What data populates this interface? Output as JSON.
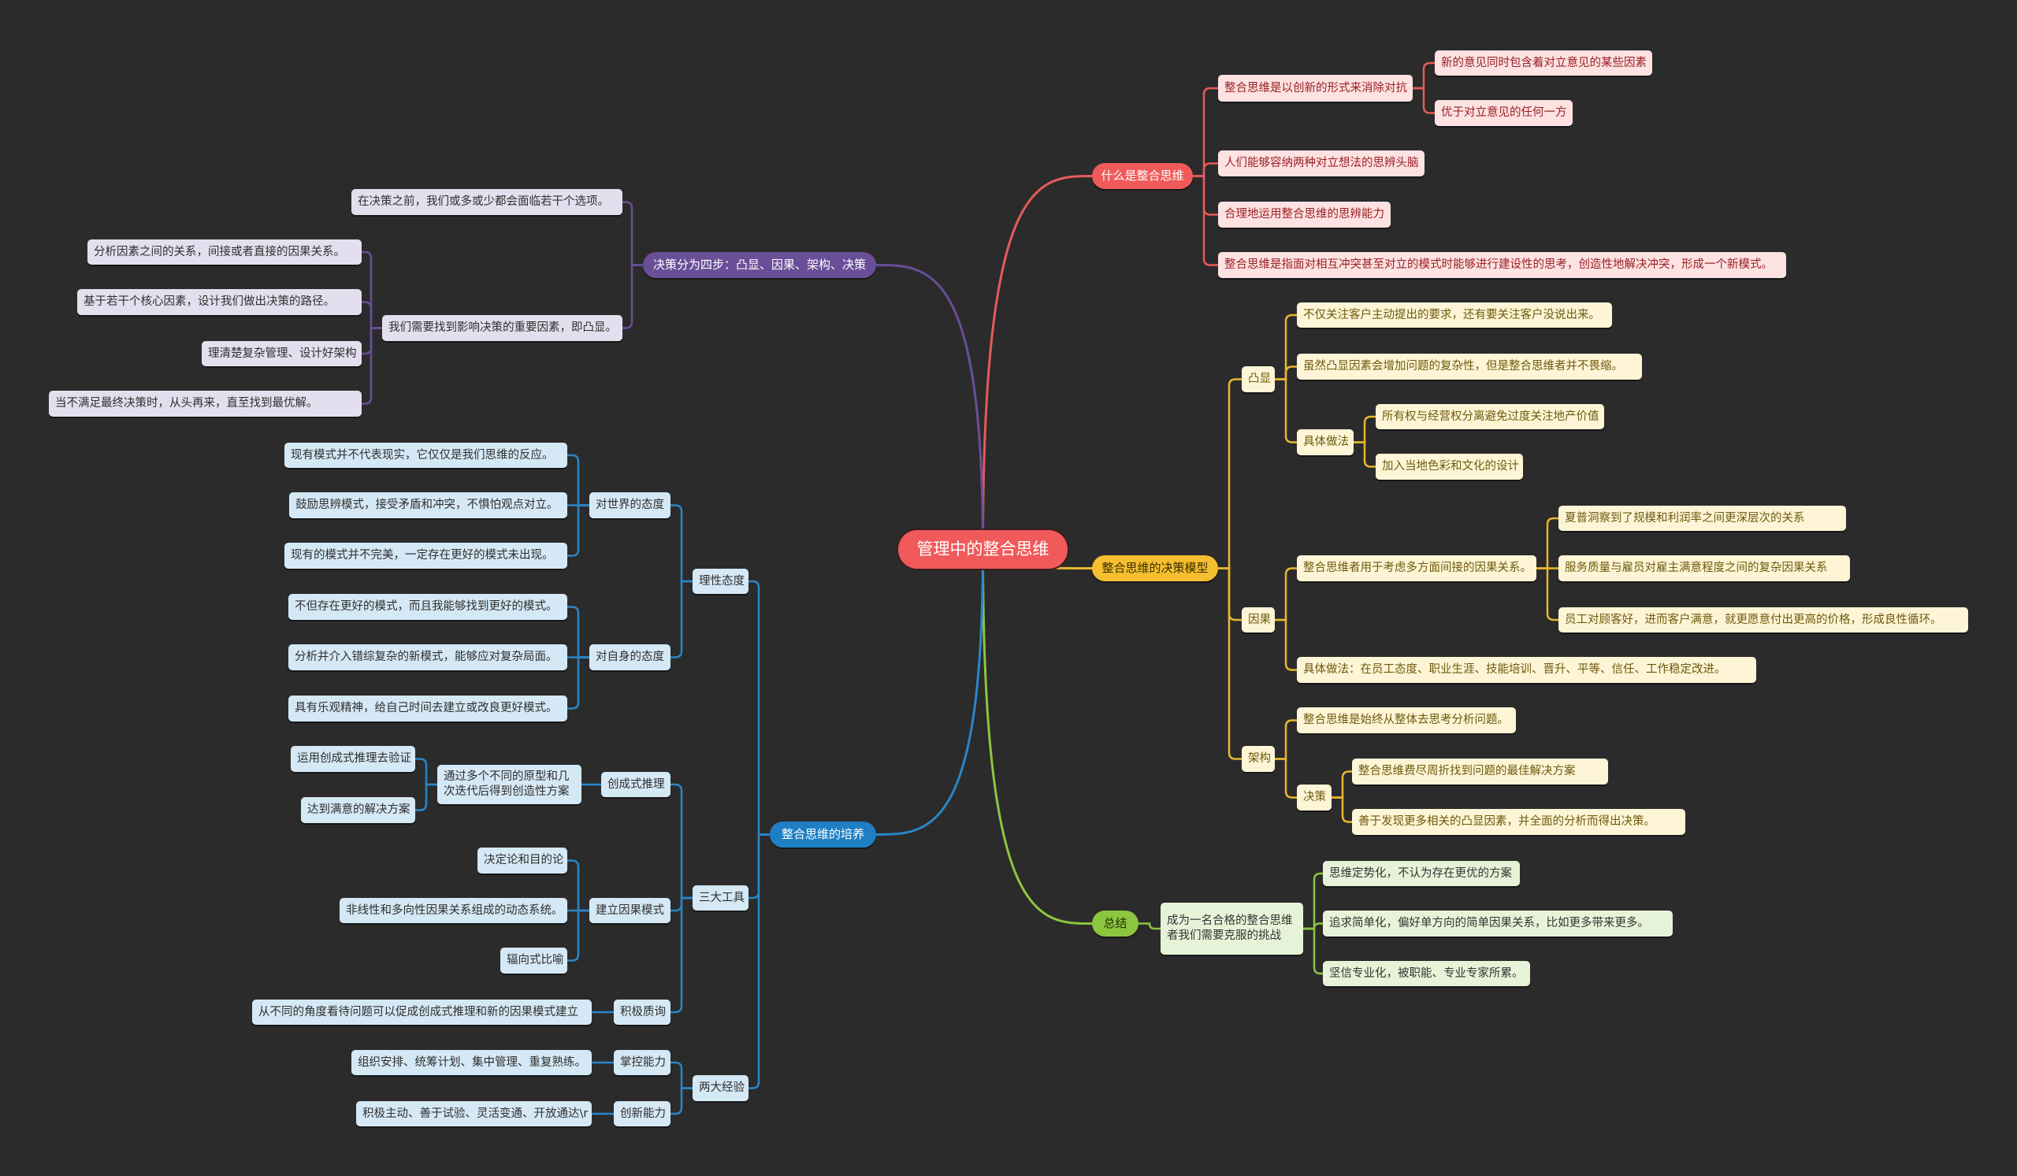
{
  "title": "管理中的整合思维",
  "colors": {
    "red": "#e85a5a",
    "yellow": "#e8b730",
    "green": "#8cc63f",
    "purple": "#6a4e98",
    "blue": "#2a86c8"
  },
  "nodes": [
    {
      "id": "c",
      "label": "管理中的整合思维",
      "parent": null,
      "theme": "red"
    },
    {
      "id": "r",
      "label": "什么是整合思维",
      "parent": "c",
      "theme": "red"
    },
    {
      "id": "r1",
      "label": "整合思维是以创新的形式来消除对抗",
      "parent": "r",
      "theme": "red"
    },
    {
      "id": "r1a",
      "label": "新的意见同时包含着对立意见的某些因素",
      "parent": "r1",
      "theme": "red"
    },
    {
      "id": "r1b",
      "label": "优于对立意见的任何一方",
      "parent": "r1",
      "theme": "red"
    },
    {
      "id": "r2",
      "label": "人们能够容纳两种对立想法的思辨头脑",
      "parent": "r",
      "theme": "red"
    },
    {
      "id": "r3",
      "label": "合理地运用整合思维的思辨能力",
      "parent": "r",
      "theme": "red"
    },
    {
      "id": "r4",
      "label": "整合思维是指面对相互冲突甚至对立的模式时能够进行建设性的思考，创造性地解决冲突，形成一个新模式。",
      "parent": "r",
      "theme": "red"
    },
    {
      "id": "y",
      "label": "整合思维的决策模型",
      "parent": "c",
      "theme": "yellow"
    },
    {
      "id": "y1",
      "label": "凸显",
      "parent": "y",
      "theme": "yellow"
    },
    {
      "id": "y1a",
      "label": "不仅关注客户主动提出的要求，还有要关注客户没说出来。",
      "parent": "y1",
      "theme": "yellow"
    },
    {
      "id": "y1b",
      "label": "虽然凸显因素会增加问题的复杂性，但是整合思维者并不畏缩。",
      "parent": "y1",
      "theme": "yellow"
    },
    {
      "id": "y1c",
      "label": "具体做法",
      "parent": "y1",
      "theme": "yellow"
    },
    {
      "id": "y1c1",
      "label": "所有权与经营权分离避免过度关注地产价值",
      "parent": "y1c",
      "theme": "yellow"
    },
    {
      "id": "y1c2",
      "label": "加入当地色彩和文化的设计",
      "parent": "y1c",
      "theme": "yellow"
    },
    {
      "id": "y2",
      "label": "因果",
      "parent": "y",
      "theme": "yellow"
    },
    {
      "id": "y2a",
      "label": "整合思维者用于考虑多方面间接的因果关系。",
      "parent": "y2",
      "theme": "yellow"
    },
    {
      "id": "y2a1",
      "label": "夏普洞察到了规模和利润率之间更深层次的关系",
      "parent": "y2a",
      "theme": "yellow"
    },
    {
      "id": "y2a2",
      "label": "服务质量与雇员对雇主满意程度之间的复杂因果关系",
      "parent": "y2a",
      "theme": "yellow"
    },
    {
      "id": "y2a3",
      "label": "员工对顾客好，进而客户满意，就更愿意付出更高的价格，形成良性循环。",
      "parent": "y2a",
      "theme": "yellow"
    },
    {
      "id": "y2b",
      "label": "具体做法：在员工态度、职业生涯、技能培训、晋升、平等、信任、工作稳定改进。",
      "parent": "y2",
      "theme": "yellow"
    },
    {
      "id": "y3",
      "label": "架构",
      "parent": "y",
      "theme": "yellow"
    },
    {
      "id": "y3a",
      "label": "整合思维是始终从整体去思考分析问题。",
      "parent": "y3",
      "theme": "yellow"
    },
    {
      "id": "y3b",
      "label": "决策",
      "parent": "y3",
      "theme": "yellow"
    },
    {
      "id": "y3b1",
      "label": "整合思维费尽周折找到问题的最佳解决方案",
      "parent": "y3b",
      "theme": "yellow"
    },
    {
      "id": "y3b2",
      "label": "善于发现更多相关的凸显因素，并全面的分析而得出决策。",
      "parent": "y3b",
      "theme": "yellow"
    },
    {
      "id": "g",
      "label": "总结",
      "parent": "c",
      "theme": "green"
    },
    {
      "id": "g1",
      "label": "成为一名合格的整合思维者我们需要克服的挑战",
      "parent": "g",
      "theme": "green"
    },
    {
      "id": "g1a",
      "label": "思维定势化，不认为存在更优的方案",
      "parent": "g1",
      "theme": "green"
    },
    {
      "id": "g1b",
      "label": "追求简单化，偏好单方向的简单因果关系，比如更多带来更多。",
      "parent": "g1",
      "theme": "green"
    },
    {
      "id": "g1c",
      "label": "坚信专业化，被职能、专业专家所累。",
      "parent": "g1",
      "theme": "green"
    },
    {
      "id": "p",
      "label": "决策分为四步：凸显、因果、架构、决策",
      "parent": "c",
      "theme": "purple"
    },
    {
      "id": "p1",
      "label": "在决策之前，我们或多或少都会面临若干个选项。",
      "parent": "p",
      "theme": "purple"
    },
    {
      "id": "p2",
      "label": "我们需要找到影响决策的重要因素，即凸显。",
      "parent": "p",
      "theme": "purple"
    },
    {
      "id": "p2a",
      "label": "分析因素之间的关系，间接或者直接的因果关系。",
      "parent": "p2",
      "theme": "purple"
    },
    {
      "id": "p2b",
      "label": "基于若干个核心因素，设计我们做出决策的路径。",
      "parent": "p2",
      "theme": "purple"
    },
    {
      "id": "p2c",
      "label": "理清楚复杂管理、设计好架构",
      "parent": "p2",
      "theme": "purple"
    },
    {
      "id": "p2d",
      "label": "当不满足最终决策时，从头再来，直至找到最优解。",
      "parent": "p2",
      "theme": "purple"
    },
    {
      "id": "b",
      "label": "整合思维的培养",
      "parent": "c",
      "theme": "blue"
    },
    {
      "id": "b1",
      "label": "理性态度",
      "parent": "b",
      "theme": "blue"
    },
    {
      "id": "b1a",
      "label": "对世界的态度",
      "parent": "b1",
      "theme": "blue"
    },
    {
      "id": "b1a1",
      "label": "现有模式并不代表现实，它仅仅是我们思维的反应。",
      "parent": "b1a",
      "theme": "blue"
    },
    {
      "id": "b1a2",
      "label": "鼓励思辨模式，接受矛盾和冲突，不惧怕观点对立。",
      "parent": "b1a",
      "theme": "blue"
    },
    {
      "id": "b1a3",
      "label": "现有的模式并不完美，一定存在更好的模式未出现。",
      "parent": "b1a",
      "theme": "blue"
    },
    {
      "id": "b1b",
      "label": "对自身的态度",
      "parent": "b1",
      "theme": "blue"
    },
    {
      "id": "b1b1",
      "label": "不但存在更好的模式，而且我能够找到更好的模式。",
      "parent": "b1b",
      "theme": "blue"
    },
    {
      "id": "b1b2",
      "label": "分析并介入错综复杂的新模式，能够应对复杂局面。",
      "parent": "b1b",
      "theme": "blue"
    },
    {
      "id": "b1b3",
      "label": "具有乐观精神，给自己时间去建立或改良更好模式。",
      "parent": "b1b",
      "theme": "blue"
    },
    {
      "id": "b2",
      "label": "三大工具",
      "parent": "b",
      "theme": "blue"
    },
    {
      "id": "b2a",
      "label": "创成式推理",
      "parent": "b2",
      "theme": "blue"
    },
    {
      "id": "b2a1",
      "label": "通过多个不同的原型和几次迭代后得到创造性方案",
      "parent": "b2a",
      "theme": "blue"
    },
    {
      "id": "b2a1a",
      "label": "运用创成式推理去验证",
      "parent": "b2a1",
      "theme": "blue"
    },
    {
      "id": "b2a1b",
      "label": "达到满意的解决方案",
      "parent": "b2a1",
      "theme": "blue"
    },
    {
      "id": "b2b",
      "label": "建立因果模式",
      "parent": "b2",
      "theme": "blue"
    },
    {
      "id": "b2b1",
      "label": "决定论和目的论",
      "parent": "b2b",
      "theme": "blue"
    },
    {
      "id": "b2b2",
      "label": "非线性和多向性因果关系组成的动态系统。",
      "parent": "b2b",
      "theme": "blue"
    },
    {
      "id": "b2b3",
      "label": "辐向式比喻",
      "parent": "b2b",
      "theme": "blue"
    },
    {
      "id": "b2c",
      "label": "积极质询",
      "parent": "b2",
      "theme": "blue"
    },
    {
      "id": "b2c1",
      "label": "从不同的角度看待问题可以促成创成式推理和新的因果模式建立",
      "parent": "b2c",
      "theme": "blue"
    },
    {
      "id": "b3",
      "label": "两大经验",
      "parent": "b",
      "theme": "blue"
    },
    {
      "id": "b3a",
      "label": "掌控能力",
      "parent": "b3",
      "theme": "blue"
    },
    {
      "id": "b3a1",
      "label": "组织安排、统筹计划、集中管理、重复熟练。",
      "parent": "b3a",
      "theme": "blue"
    },
    {
      "id": "b3b",
      "label": "创新能力",
      "parent": "b3",
      "theme": "blue"
    },
    {
      "id": "b3b1",
      "label": "积极主动、善于试验、灵活变通、开放通达\\r",
      "parent": "b3b",
      "theme": "blue"
    }
  ]
}
